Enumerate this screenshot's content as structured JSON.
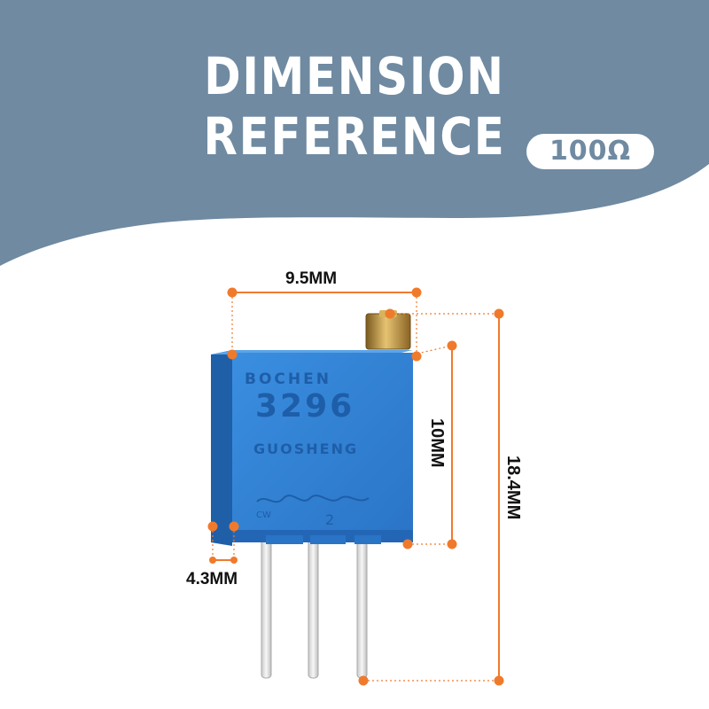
{
  "header": {
    "title": "DIMENSION REFERENCE",
    "badge": "100Ω",
    "colors": {
      "band": "#6f8aa1",
      "accent": "#f07a2c",
      "body": "#2f80d4"
    }
  },
  "component": {
    "brand": "BOCHEN",
    "model": "3296",
    "maker": "GUOSHENG",
    "pin_label": "2",
    "cw_label": "CW"
  },
  "dimensions": {
    "width": "9.5MM",
    "depth": "4.3MM",
    "body_height": "10MM",
    "total_height": "18.4MM"
  }
}
